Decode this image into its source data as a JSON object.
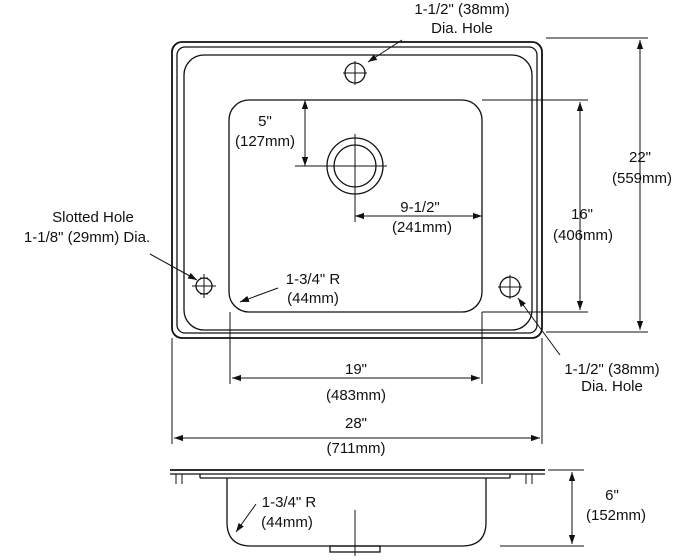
{
  "labels": {
    "top_hole_size": "1-1/2\" (38mm)",
    "top_hole_kind": "Dia. Hole",
    "bowl_to_drain_in": "5\"",
    "bowl_to_drain_mm": "(127mm)",
    "drain_to_side_in": "9-1/2\"",
    "drain_to_side_mm": "(241mm)",
    "overall_depth_in": "22\"",
    "overall_depth_mm": "(559mm)",
    "bowl_depth_in": "16\"",
    "bowl_depth_mm": "(406mm)",
    "slotted_hole_title": "Slotted Hole",
    "slotted_hole_size": "1-1/8\" (29mm) Dia.",
    "bowl_radius_in": "1-3/4\" R",
    "bowl_radius_mm": "(44mm)",
    "right_hole_size": "1-1/2\" (38mm)",
    "right_hole_kind": "Dia. Hole",
    "bowl_width_in": "19\"",
    "bowl_width_mm": "(483mm)",
    "overall_width_in": "28\"",
    "overall_width_mm": "(711mm)",
    "bowl_height_in": "6\"",
    "bowl_height_mm": "(152mm)",
    "side_radius_in": "1-3/4\" R",
    "side_radius_mm": "(44mm)"
  }
}
